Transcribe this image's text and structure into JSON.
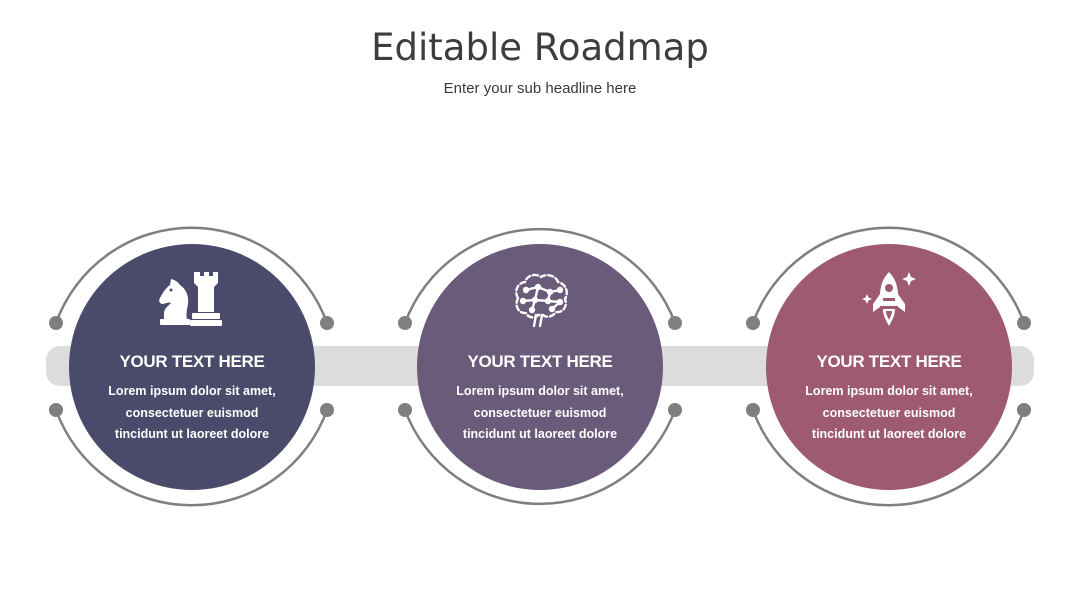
{
  "title": "Editable Roadmap",
  "subtitle": "Enter your sub headline here",
  "colors": {
    "step1": "#4a4a6a",
    "step2": "#6a5b7a",
    "step3": "#9e5a6e",
    "bar": "#dcdcdc",
    "ring": "#7f7f7f"
  },
  "steps": [
    {
      "icon": "chess-knight-rook-icon",
      "heading": "YOUR TEXT HERE",
      "lines": [
        "Lorem ipsum dolor sit amet,",
        "consectetuer euismod",
        "tincidunt ut laoreet dolore"
      ]
    },
    {
      "icon": "brain-network-icon",
      "heading": "YOUR TEXT HERE",
      "lines": [
        "Lorem ipsum dolor sit amet,",
        "consectetuer euismod",
        "tincidunt ut laoreet dolore"
      ]
    },
    {
      "icon": "rocket-icon",
      "heading": "YOUR TEXT HERE",
      "lines": [
        "Lorem ipsum dolor sit amet,",
        "consectetuer euismod",
        "tincidunt ut laoreet dolore"
      ]
    }
  ]
}
